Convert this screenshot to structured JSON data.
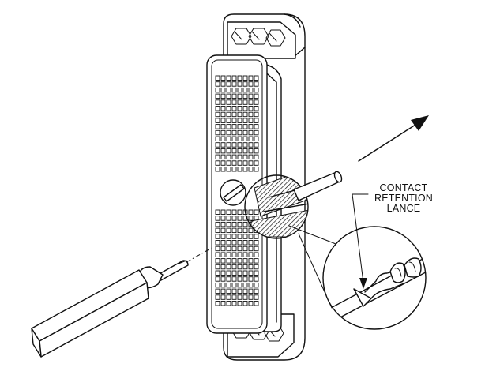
{
  "callout": {
    "lines": [
      "CONTACT",
      "RETENTION",
      "LANCE"
    ]
  }
}
